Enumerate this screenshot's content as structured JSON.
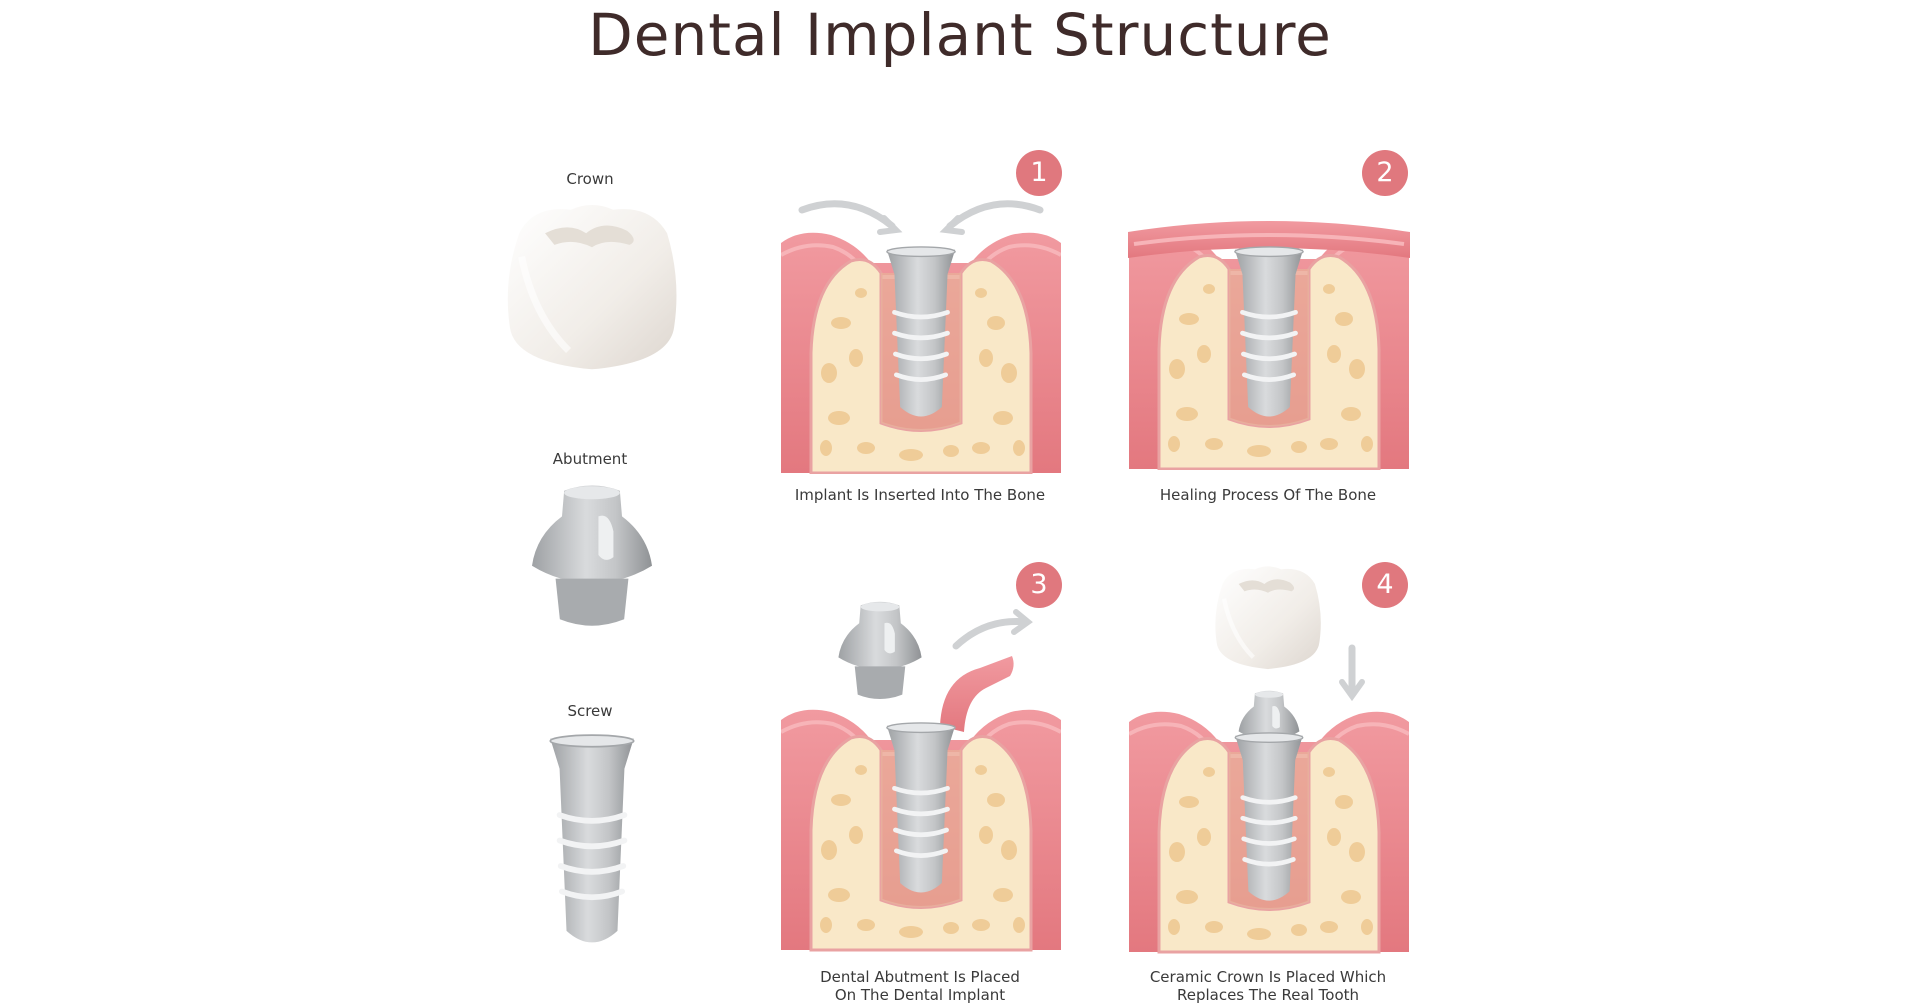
{
  "title": "Dental Implant Structure",
  "parts": {
    "crown": "Crown",
    "abutment": "Abutment",
    "screw": "Screw"
  },
  "steps": [
    {
      "number": "1",
      "caption": [
        "Implant Is Inserted Into The Bone"
      ]
    },
    {
      "number": "2",
      "caption": [
        "Healing Process Of The Bone"
      ]
    },
    {
      "number": "3",
      "caption": [
        "Dental Abutment Is Placed",
        "On The Dental Implant"
      ]
    },
    {
      "number": "4",
      "caption": [
        "Ceramic Crown Is Placed Which",
        "Replaces The Real Tooth"
      ]
    }
  ],
  "colors": {
    "title": "#3f2b2a",
    "badge": "#e0787e",
    "gum": "#e98a90",
    "bone": "#f8e6c4",
    "metal": "#c4c6c8",
    "crown": "#f3efea"
  }
}
